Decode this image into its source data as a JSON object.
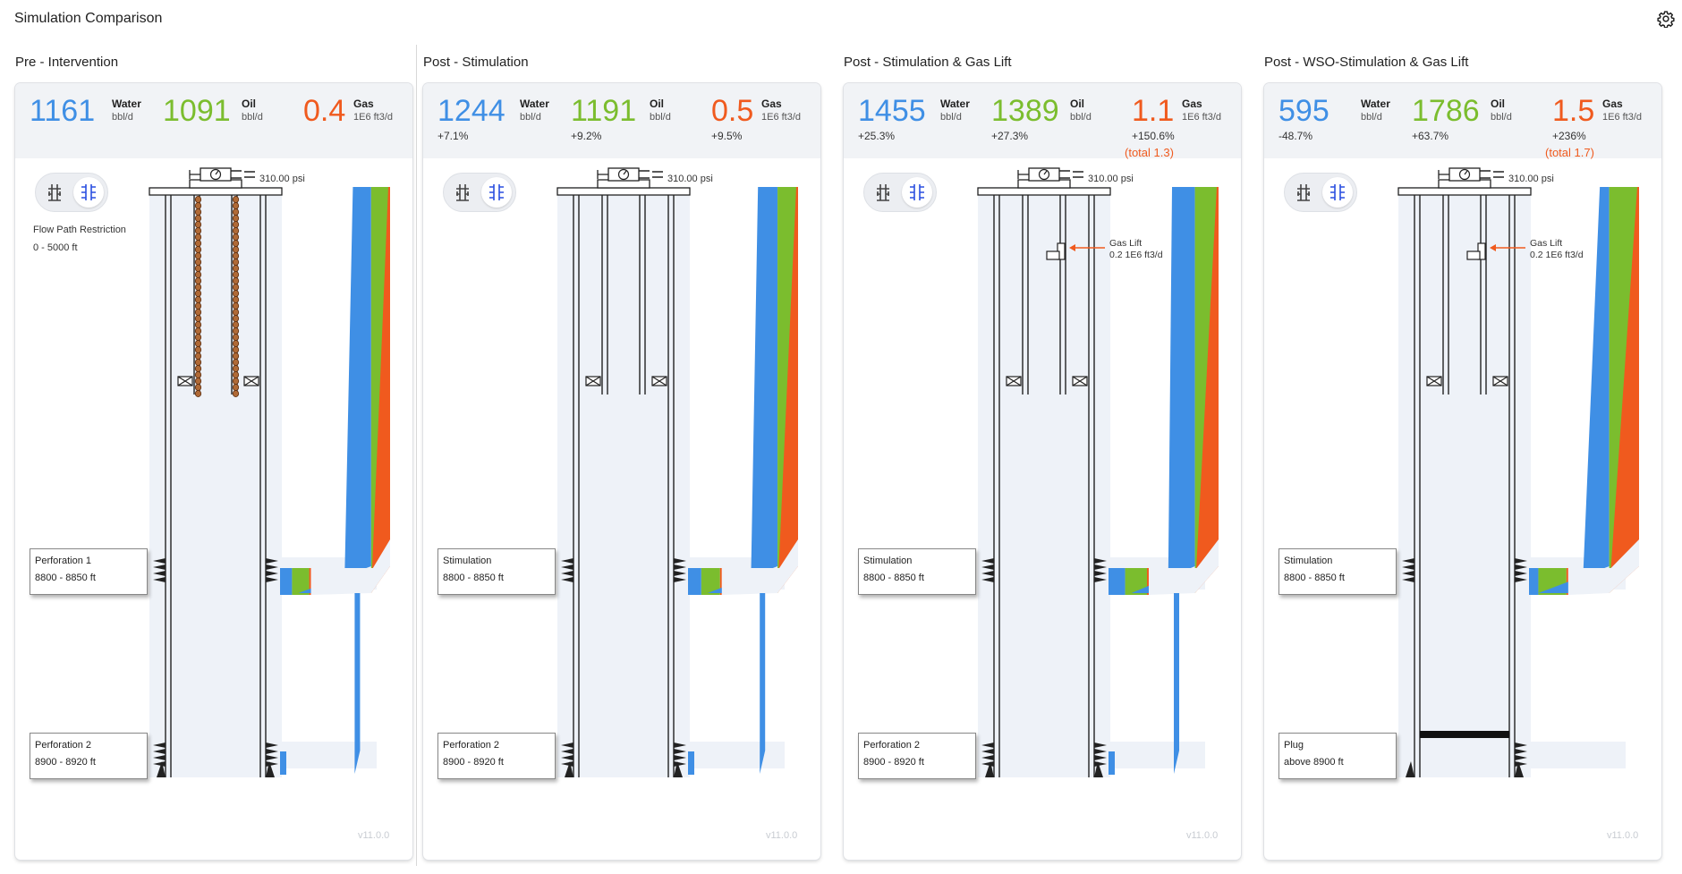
{
  "app": {
    "title": "Simulation Comparison",
    "settings_icon": "gear-icon"
  },
  "units": {
    "water": "bbl/d",
    "oil": "bbl/d",
    "gas": "1E6 ft3/d"
  },
  "labels": {
    "water": "Water",
    "oil": "Oil",
    "gas": "Gas",
    "gas_lift": "Gas Lift",
    "flow_path_restriction": "Flow Path Restriction",
    "flow_path_range": "0 - 5000 ft"
  },
  "colors": {
    "water": "#3f8fe5",
    "oil": "#7bbd2e",
    "gas": "#f05a1e",
    "wellbore_background": "#eef2f8"
  },
  "panels": [
    {
      "title": "Pre - Intervention",
      "water": {
        "value": "1161",
        "change": ""
      },
      "oil": {
        "value": "1091",
        "change": ""
      },
      "gas": {
        "value": "0.4",
        "change": "",
        "total": ""
      },
      "wellhead_pressure": "310.00 psi",
      "gas_lift": "",
      "restriction": true,
      "zone1": {
        "title": "Perforation 1",
        "detail": "8800 - 8850 ft"
      },
      "zone2": {
        "title": "Perforation 2",
        "detail": "8900 - 8920 ft",
        "plug": false
      },
      "version": "v11.0.0"
    },
    {
      "title": "Post - Stimulation",
      "water": {
        "value": "1244",
        "change": "+7.1%"
      },
      "oil": {
        "value": "1191",
        "change": "+9.2%"
      },
      "gas": {
        "value": "0.5",
        "change": "+9.5%",
        "total": ""
      },
      "wellhead_pressure": "310.00 psi",
      "gas_lift": "",
      "restriction": false,
      "zone1": {
        "title": "Stimulation",
        "detail": "8800 - 8850 ft"
      },
      "zone2": {
        "title": "Perforation 2",
        "detail": "8900 - 8920 ft",
        "plug": false
      },
      "version": "v11.0.0"
    },
    {
      "title": "Post - Stimulation & Gas Lift",
      "water": {
        "value": "1455",
        "change": "+25.3%"
      },
      "oil": {
        "value": "1389",
        "change": "+27.3%"
      },
      "gas": {
        "value": "1.1",
        "change": "+150.6%",
        "total": "(total 1.3)"
      },
      "wellhead_pressure": "310.00 psi",
      "gas_lift": "0.2 1E6 ft3/d",
      "restriction": false,
      "zone1": {
        "title": "Stimulation",
        "detail": "8800 - 8850 ft"
      },
      "zone2": {
        "title": "Perforation 2",
        "detail": "8900 - 8920 ft",
        "plug": false
      },
      "version": "v11.0.0"
    },
    {
      "title": "Post - WSO-Stimulation & Gas Lift",
      "water": {
        "value": "595",
        "change": "-48.7%"
      },
      "oil": {
        "value": "1786",
        "change": "+63.7%"
      },
      "gas": {
        "value": "1.5",
        "change": "+236%",
        "total": "(total 1.7)"
      },
      "wellhead_pressure": "310.00 psi",
      "gas_lift": "0.2 1E6 ft3/d",
      "restriction": false,
      "zone1": {
        "title": "Stimulation",
        "detail": "8800 - 8850 ft"
      },
      "zone2": {
        "title": "Plug",
        "detail": "above 8900 ft",
        "plug": true
      },
      "version": "v11.0.0"
    }
  ]
}
